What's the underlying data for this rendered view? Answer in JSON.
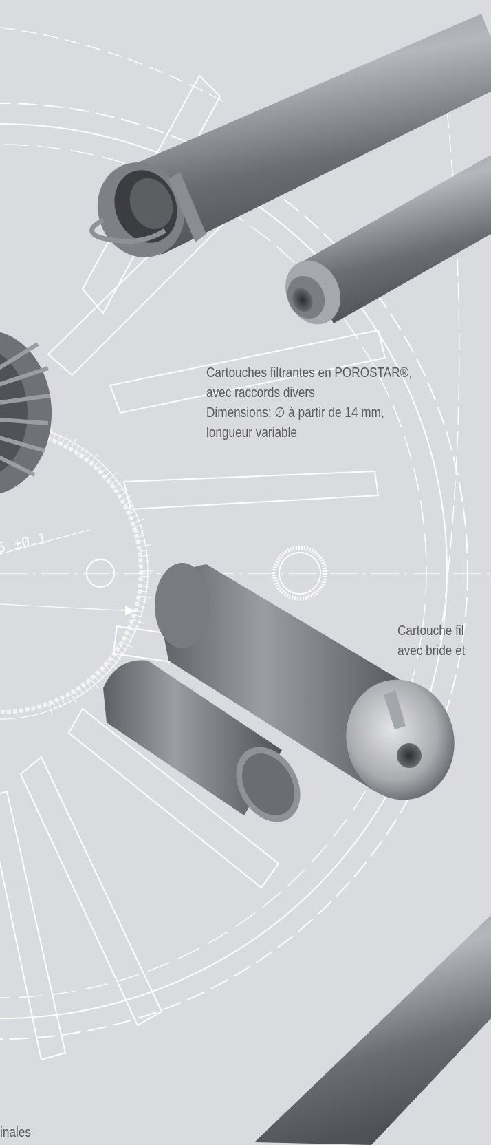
{
  "captions": {
    "top": {
      "line1": "Cartouches filtrantes en POROSTAR®,",
      "line2": "avec raccords divers",
      "line3": "Dimensions: ∅ à partir de 14 mm,",
      "line4": "longueur variable"
    },
    "middle": {
      "line1": "Cartouche fil",
      "line2": "avec bride et"
    },
    "bottom": {
      "line1": "inales"
    }
  },
  "drawing": {
    "dimension_label": "5 ±0.1"
  },
  "colors": {
    "background": "#dadbde",
    "caption_text": "#5a5a5e",
    "drawing_line": "#ffffff",
    "metal_dark": "#55585c",
    "metal_light": "#b9bcc0"
  }
}
